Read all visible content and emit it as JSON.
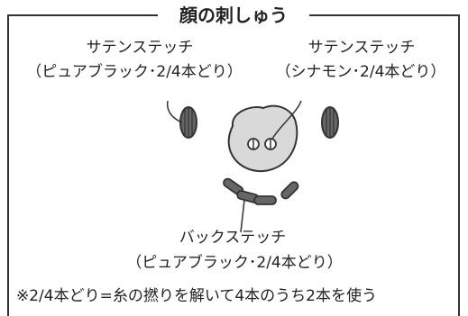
{
  "title": "顔の刺しゅう",
  "callouts": {
    "eyes": {
      "stitch": "サテンステッチ",
      "thread": "（ピュアブラック･2/4本どり）"
    },
    "nose": {
      "stitch": "サテンステッチ",
      "thread": "（シナモン･2/4本どり）"
    },
    "mouth": {
      "stitch": "バックステッチ",
      "thread": "（ピュアブラック･2/4本どり）"
    }
  },
  "note": "※2/4本どり=糸の撚りを解いて4本のうち2本を使う",
  "colors": {
    "line": "#333333",
    "stitch_fill": "#666666",
    "nose_fill": "#d9d9d9"
  }
}
